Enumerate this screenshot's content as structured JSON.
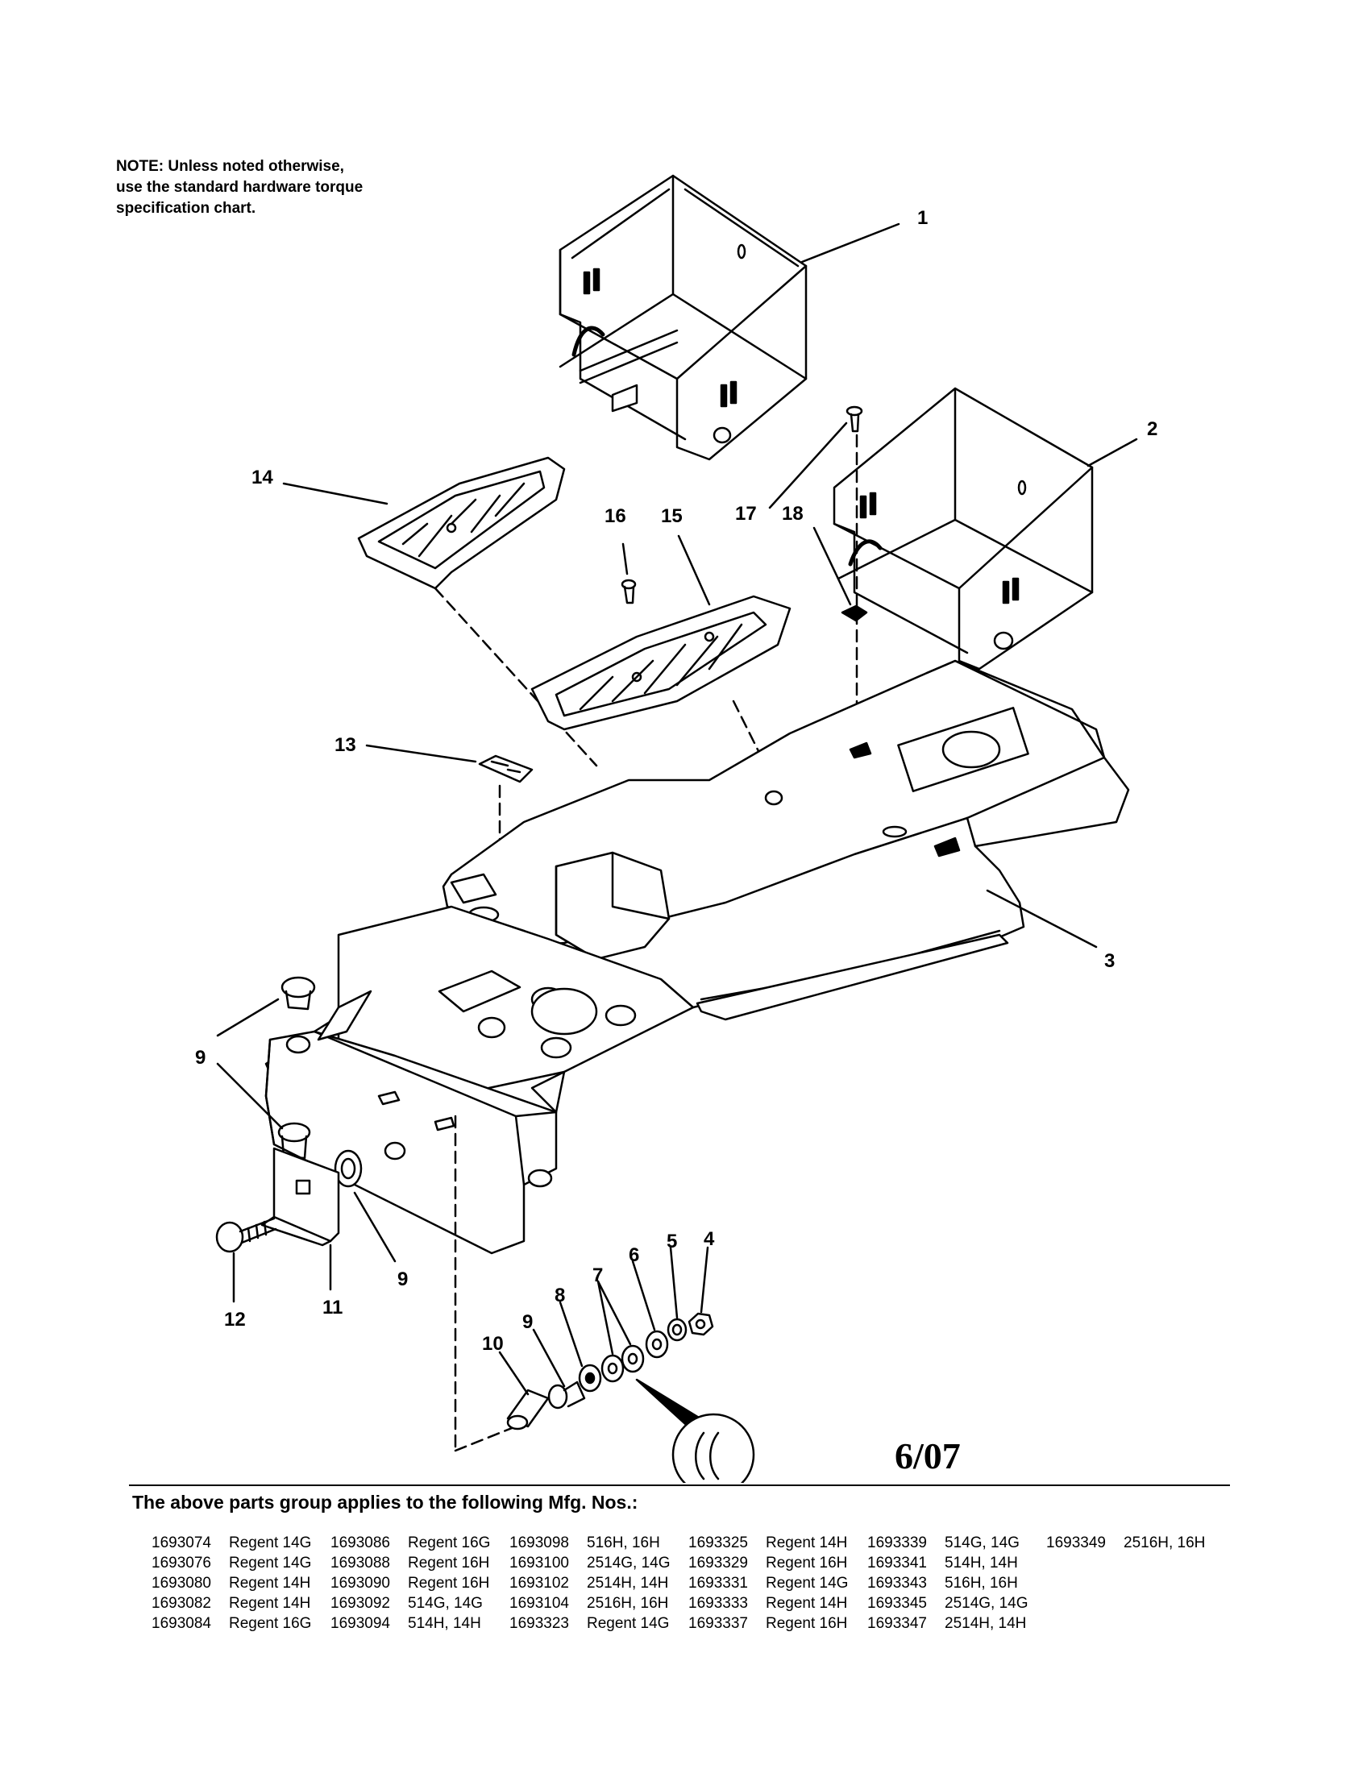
{
  "note": {
    "line1": "NOTE: Unless noted otherwise,",
    "line2": "use the standard hardware torque",
    "line3": "specification chart."
  },
  "callouts": [
    "1",
    "2",
    "3",
    "4",
    "5",
    "6",
    "7",
    "8",
    "9",
    "9",
    "9",
    "10",
    "11",
    "12",
    "13",
    "14",
    "15",
    "16",
    "17",
    "18"
  ],
  "date_code": "6/07",
  "applies_heading": "The above parts group applies to the following Mfg. Nos.:",
  "mfg_columns": [
    [
      {
        "num": "1693074",
        "model": "Regent 14G"
      },
      {
        "num": "1693076",
        "model": "Regent 14G"
      },
      {
        "num": "1693080",
        "model": "Regent 14H"
      },
      {
        "num": "1693082",
        "model": "Regent 14H"
      },
      {
        "num": "1693084",
        "model": "Regent 16G"
      }
    ],
    [
      {
        "num": "1693086",
        "model": "Regent 16G"
      },
      {
        "num": "1693088",
        "model": "Regent 16H"
      },
      {
        "num": "1693090",
        "model": "Regent 16H"
      },
      {
        "num": "1693092",
        "model": "514G, 14G"
      },
      {
        "num": "1693094",
        "model": "514H, 14H"
      }
    ],
    [
      {
        "num": "1693098",
        "model": "516H, 16H"
      },
      {
        "num": "1693100",
        "model": "2514G, 14G"
      },
      {
        "num": "1693102",
        "model": "2514H, 14H"
      },
      {
        "num": "1693104",
        "model": "2516H, 16H"
      },
      {
        "num": "1693323",
        "model": "Regent 14G"
      }
    ],
    [
      {
        "num": "1693325",
        "model": "Regent 14H"
      },
      {
        "num": "1693329",
        "model": "Regent 16H"
      },
      {
        "num": "1693331",
        "model": "Regent 14G"
      },
      {
        "num": "1693333",
        "model": "Regent 14H"
      },
      {
        "num": "1693337",
        "model": "Regent 16H"
      }
    ],
    [
      {
        "num": "1693339",
        "model": "514G, 14G"
      },
      {
        "num": "1693341",
        "model": "514H, 14H"
      },
      {
        "num": "1693343",
        "model": "516H, 16H"
      },
      {
        "num": "1693345",
        "model": "2514G, 14G"
      },
      {
        "num": "1693347",
        "model": "2514H, 14H"
      }
    ],
    [
      {
        "num": "1693349",
        "model": "2516H, 16H"
      }
    ]
  ]
}
